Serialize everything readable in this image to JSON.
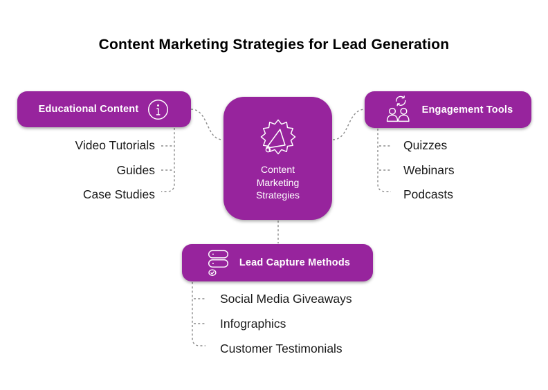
{
  "title": "Content Marketing Strategies for Lead Generation",
  "center_node": {
    "label": "Content Marketing Strategies",
    "icon": "megaphone-burst-icon"
  },
  "branches": [
    {
      "label": "Educational Content",
      "icon": "info-icon",
      "position": "left",
      "items": [
        "Video Tutorials",
        "Guides",
        "Case Studies"
      ]
    },
    {
      "label": "Engagement Tools",
      "icon": "people-sync-icon",
      "position": "right",
      "items": [
        "Quizzes",
        "Webinars",
        "Podcasts"
      ]
    },
    {
      "label": "Lead Capture Methods",
      "icon": "form-checklist-icon",
      "position": "bottom",
      "items": [
        "Social Media Giveaways",
        "Infographics",
        "Customer Testimonials"
      ]
    }
  ],
  "colors": {
    "node_fill": "#97249D",
    "node_text": "#FFFFFF",
    "title_text": "#000000",
    "item_text": "#1A1A1A",
    "connector": "#8C8C8C",
    "background": "#FFFFFF"
  }
}
